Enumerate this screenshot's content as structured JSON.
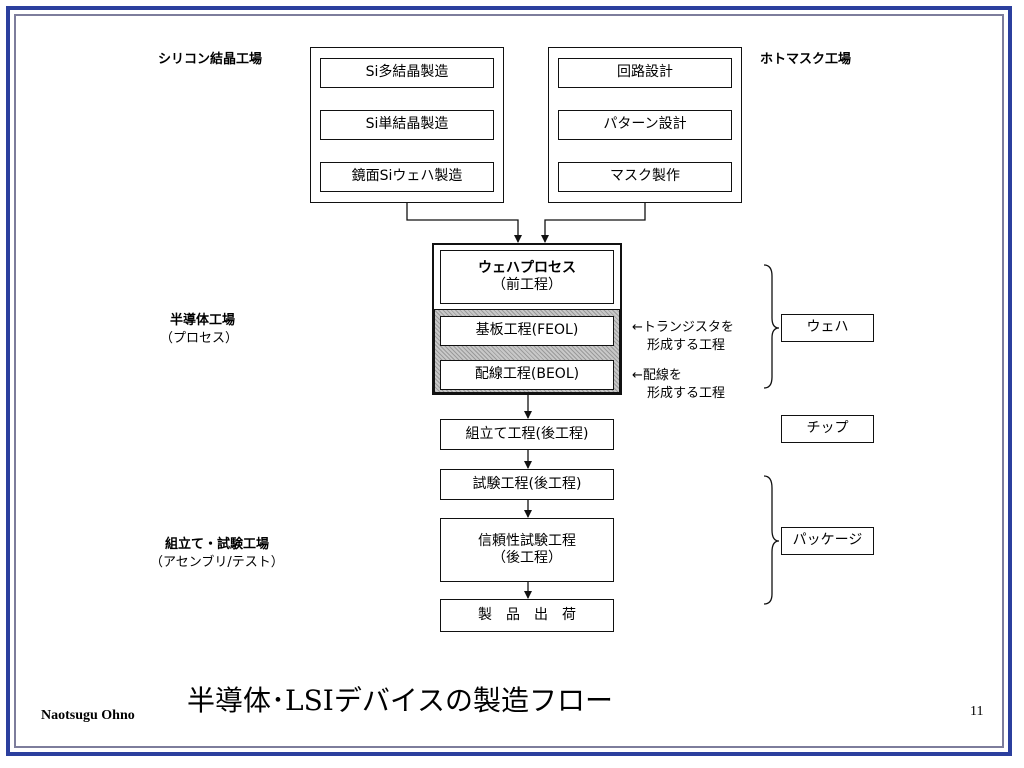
{
  "factories": {
    "silicon": "シリコン結晶工場",
    "photomask": "ホトマスク工場",
    "semiconductor_line1": "半導体工場",
    "semiconductor_line2": "（プロセス）",
    "assembly_line1": "組立て・試験工場",
    "assembly_line2": "（アセンブリ/テスト）"
  },
  "silicon_steps": [
    "Si多結晶製造",
    "Si単結晶製造",
    "鏡面Siウェハ製造"
  ],
  "mask_steps": [
    "回路設計",
    "パターン設計",
    "マスク製作"
  ],
  "wafer_process": {
    "line1": "ウェハプロセス",
    "line2": "（前工程）"
  },
  "feol": "基板工程(FEOL)",
  "beol": "配線工程(BEOL)",
  "notes": {
    "feol_line1": "←トランジスタを",
    "feol_line2": "形成する工程",
    "beol_line1": "←配線を",
    "beol_line2": "形成する工程"
  },
  "assembly_steps": {
    "assembly": "組立て工程(後工程)",
    "test": "試験工程(後工程)",
    "reliability_line1": "信頼性試験工程",
    "reliability_line2": "（後工程）",
    "shipping": "製　品　出　荷"
  },
  "product_stages": {
    "wafer": "ウェハ",
    "chip": "チップ",
    "package": "パッケージ"
  },
  "footer": {
    "title": "半導体･LSIデバイスの製造フロー",
    "author": "Naotsugu Ohno",
    "page_number": "11"
  },
  "colors": {
    "frame_outer": "#2b3f9e",
    "frame_inner": "#7d7d9c"
  }
}
